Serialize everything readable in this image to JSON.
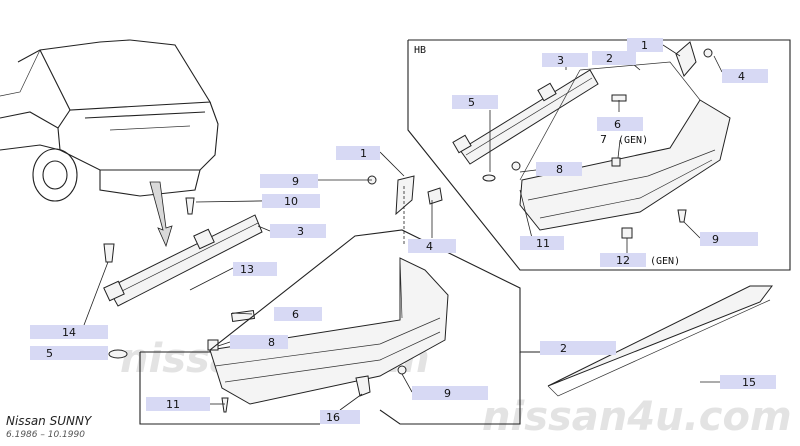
{
  "watermarks": [
    "nissan4u.com",
    "nissan4u.com"
  ],
  "footer": {
    "model": "Nissan SUNNY",
    "years": "6.1986 – 10.1990"
  },
  "variant_label": "HB",
  "gen_notes": [
    "(GEN)",
    "(GEN)"
  ],
  "main_callouts": [
    "9",
    "10",
    "3",
    "1",
    "4",
    "13",
    "6",
    "14",
    "5",
    "8",
    "2",
    "11",
    "9",
    "16",
    "15"
  ],
  "hb_callouts": [
    "1",
    "3",
    "2",
    "4",
    "5",
    "6",
    "7",
    "8",
    "11",
    "9",
    "12"
  ]
}
